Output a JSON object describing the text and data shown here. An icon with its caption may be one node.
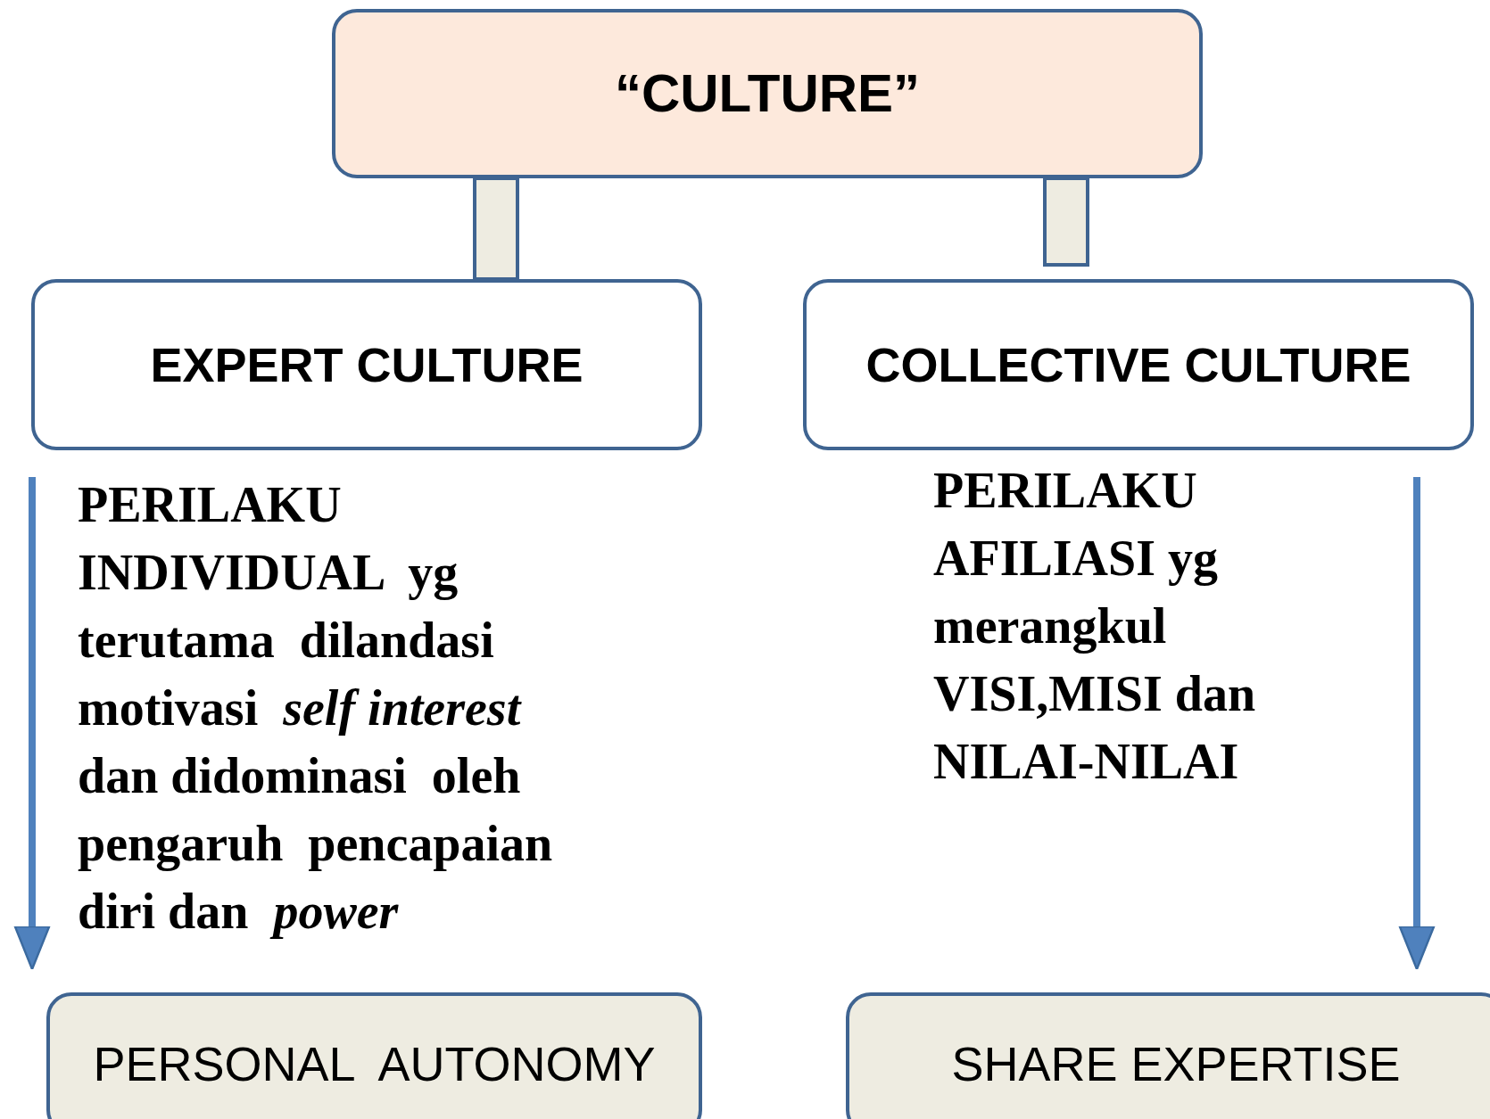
{
  "diagram": {
    "nodes": [
      {
        "text": [
          "“CULTURE”"
        ]
      },
      {
        "text": [
          "EXPERT CULTURE"
        ]
      },
      {
        "text": [
          "COLLECTIVE CULTURE"
        ]
      },
      {
        "text": [
          "PERSONAL  AUTONOMY"
        ]
      },
      {
        "text": [
          "SHARE EXPERTISE"
        ]
      }
    ],
    "edges": [
      {
        "from": 0,
        "to": 1,
        "arrow": "none",
        "style": "thick"
      },
      {
        "from": 0,
        "to": 2,
        "arrow": "none",
        "style": "thick"
      },
      {
        "from": 1,
        "to": 3,
        "arrow": "to"
      },
      {
        "from": 2,
        "to": 4,
        "arrow": "to"
      }
    ],
    "labels": [
      "PERILAKU INDIVIDUAL  yg terutama  dilandasi motivasi  *self interest* dan didominasi  oleh pengaruh  pencapaian diri dan  *power*",
      "PERILAKU AFILIASI yg merangkul VISI,MISI dan NILAI-NILAI"
    ]
  }
}
